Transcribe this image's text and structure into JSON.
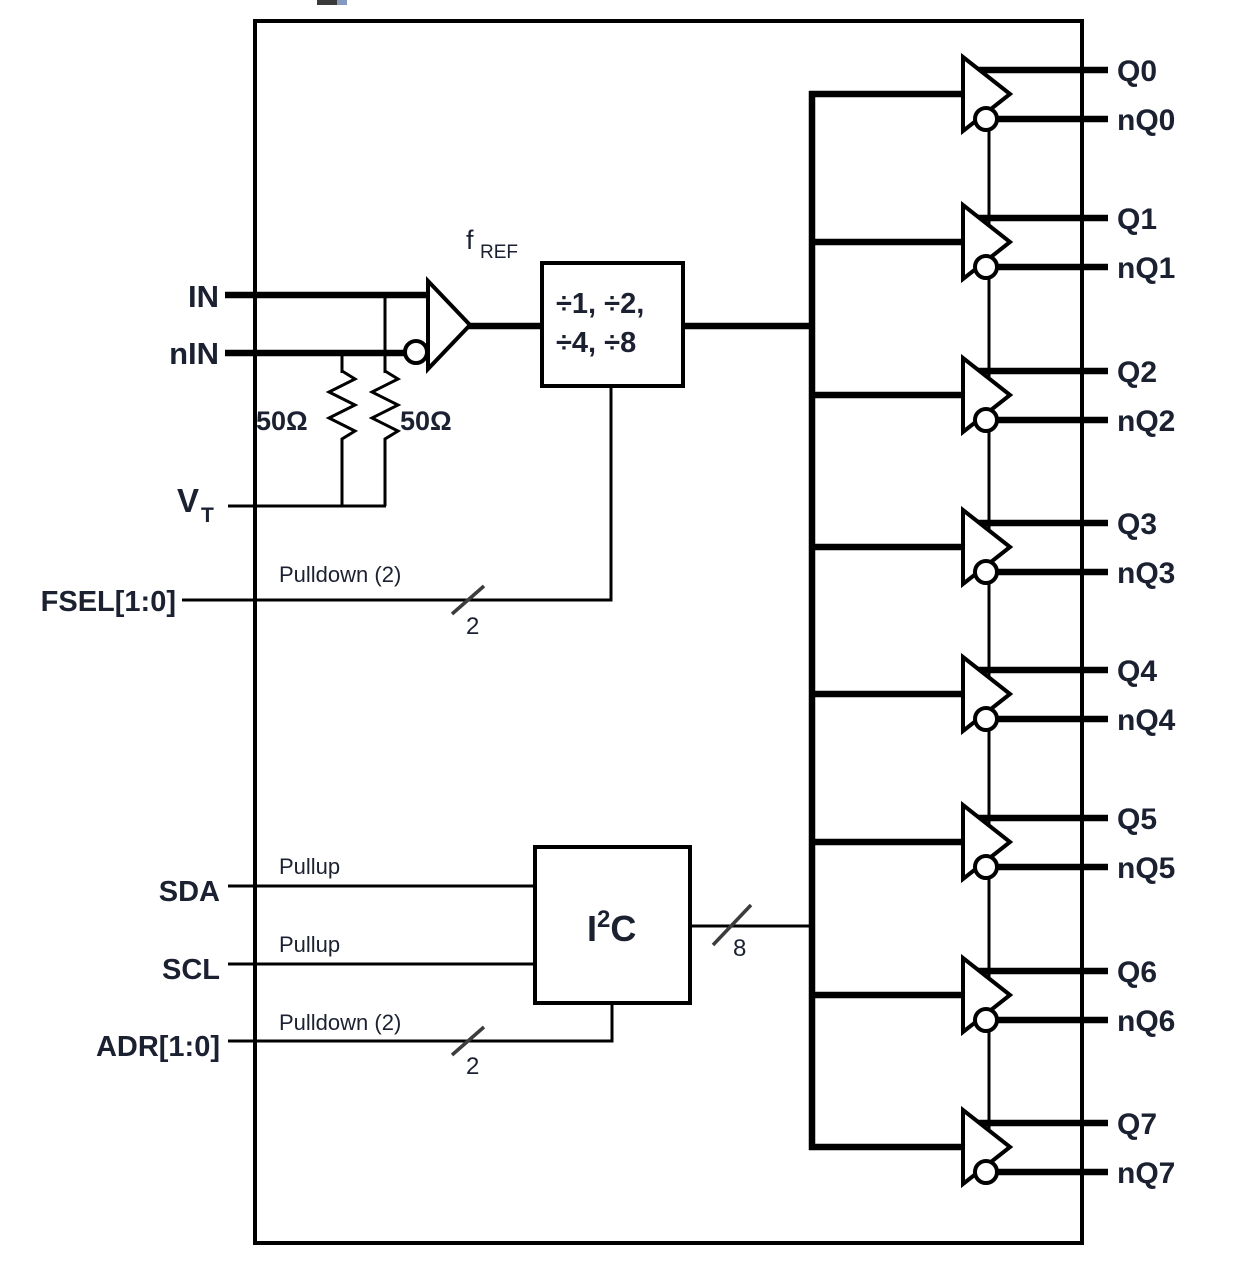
{
  "colors": {
    "line": "#000000",
    "text": "#1b2130",
    "slash": "#3c3c3c"
  },
  "labels": {
    "in": "IN",
    "nin": "nIN",
    "vt_main": "V",
    "vt_sub": "T",
    "r50_left": "50Ω",
    "r50_right": "50Ω",
    "fref_main": "f",
    "fref_sub": "REF",
    "fsel": "FSEL[1:0]",
    "fsel_note": "Pulldown (2)",
    "fsel_bus_width": "2",
    "sda": "SDA",
    "sda_note": "Pullup",
    "scl": "SCL",
    "scl_note": "Pullup",
    "adr": "ADR[1:0]",
    "adr_note": "Pulldown (2)",
    "adr_bus_width": "2",
    "i2c_bus_width": "8",
    "divider_line1": "÷1, ÷2,",
    "divider_line2": "÷4, ÷8",
    "i2c_main": "I",
    "i2c_sup": "2",
    "i2c_tail": "C"
  },
  "outputs": [
    {
      "q": "Q0",
      "nq": "nQ0"
    },
    {
      "q": "Q1",
      "nq": "nQ1"
    },
    {
      "q": "Q2",
      "nq": "nQ2"
    },
    {
      "q": "Q3",
      "nq": "nQ3"
    },
    {
      "q": "Q4",
      "nq": "nQ4"
    },
    {
      "q": "Q5",
      "nq": "nQ5"
    },
    {
      "q": "Q6",
      "nq": "nQ6"
    },
    {
      "q": "Q7",
      "nq": "nQ7"
    }
  ]
}
